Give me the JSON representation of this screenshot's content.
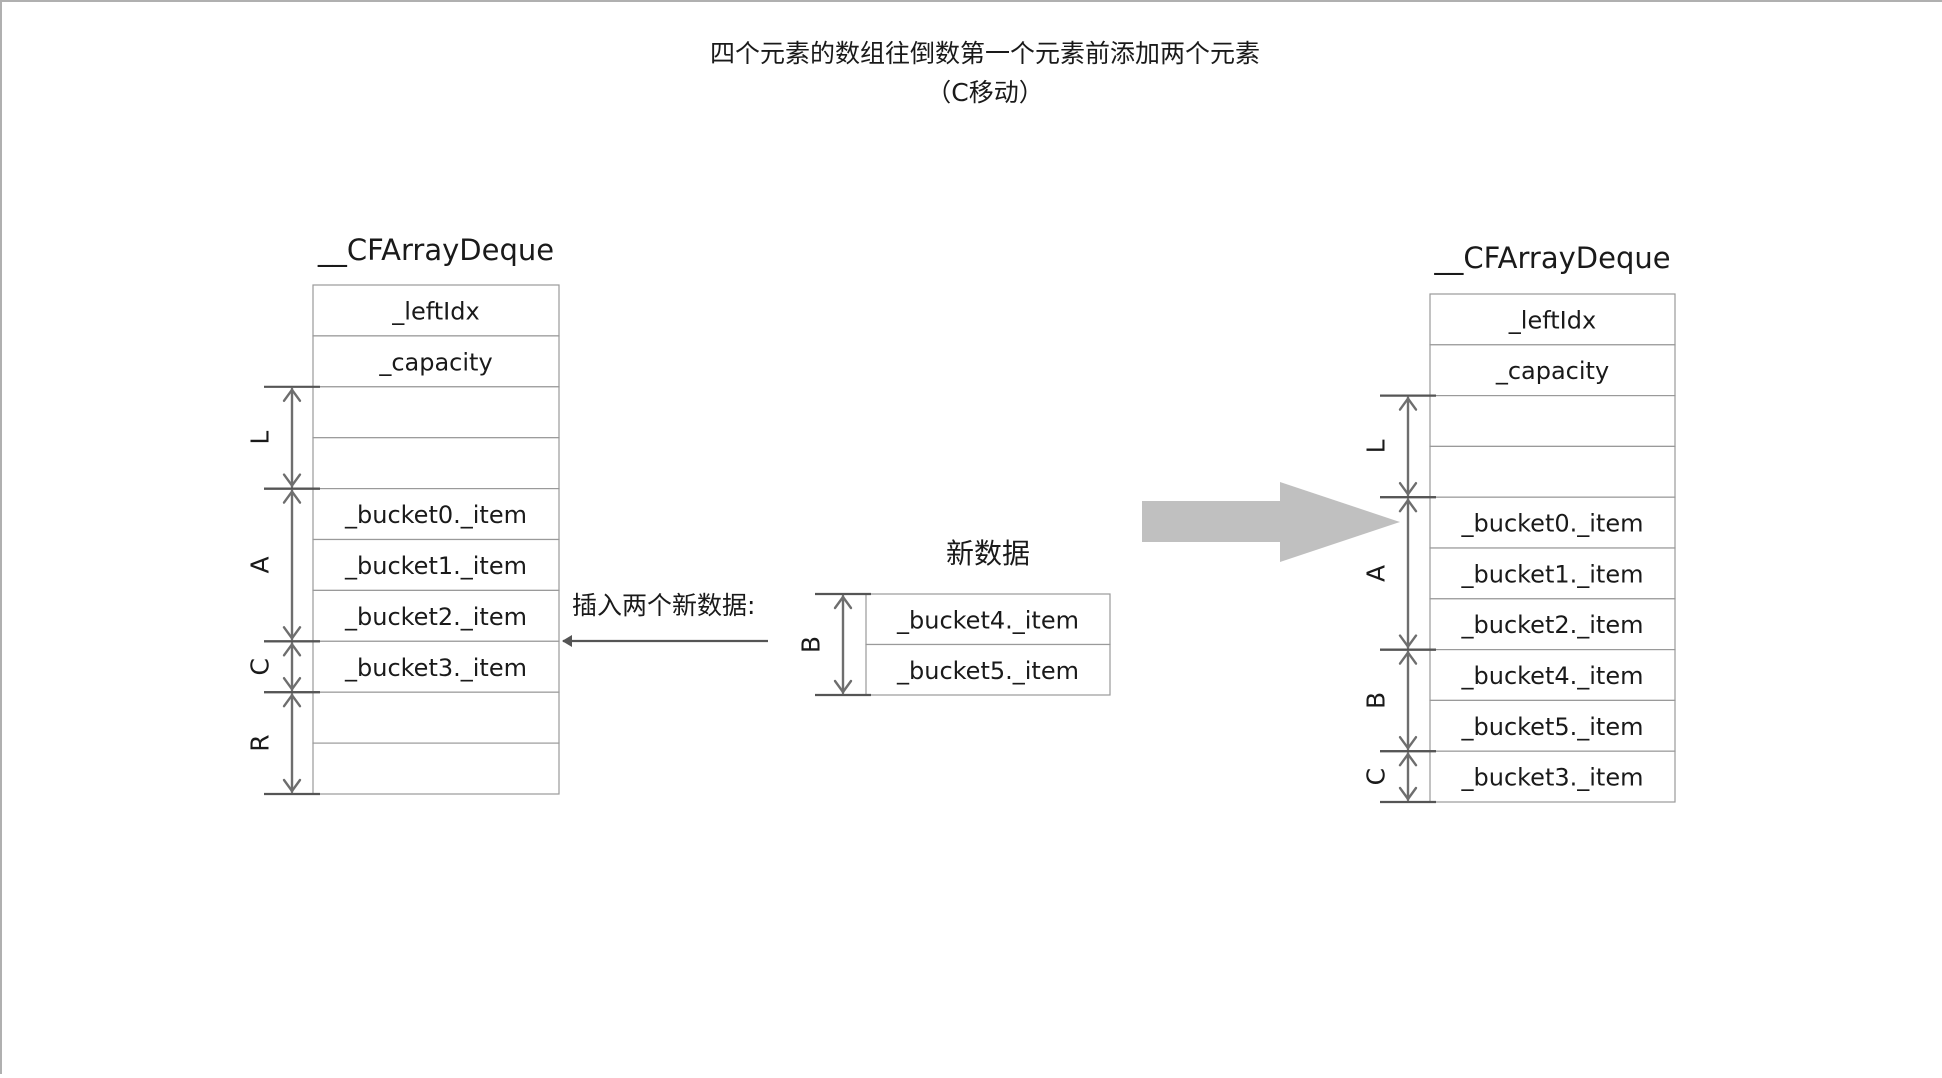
{
  "title": {
    "line1": "四个元素的数组往倒数第一个元素前添加两个元素",
    "line2": "（C移动）"
  },
  "before": {
    "struct_name": "__CFArrayDeque",
    "cells": [
      "_leftIdx",
      "_capacity",
      "",
      "",
      "_bucket0._item",
      "_bucket1._item",
      "_bucket2._item",
      "_bucket3._item",
      "",
      ""
    ],
    "braces": [
      {
        "label": "L",
        "start": 2,
        "end": 4
      },
      {
        "label": "A",
        "start": 4,
        "end": 7
      },
      {
        "label": "C",
        "start": 7,
        "end": 8
      },
      {
        "label": "R",
        "start": 8,
        "end": 10
      }
    ]
  },
  "insert_label": "插入两个新数据:",
  "new_data": {
    "title": "新数据",
    "cells": [
      "_bucket4._item",
      "_bucket5._item"
    ],
    "braces": [
      {
        "label": "B",
        "start": 0,
        "end": 2
      }
    ]
  },
  "after": {
    "struct_name": "__CFArrayDeque",
    "cells": [
      "_leftIdx",
      "_capacity",
      "",
      "",
      "_bucket0._item",
      "_bucket1._item",
      "_bucket2._item",
      "_bucket4._item",
      "_bucket5._item",
      "_bucket3._item"
    ],
    "braces": [
      {
        "label": "L",
        "start": 2,
        "end": 4
      },
      {
        "label": "A",
        "start": 4,
        "end": 7
      },
      {
        "label": "B",
        "start": 7,
        "end": 9
      },
      {
        "label": "C",
        "start": 9,
        "end": 10
      }
    ]
  },
  "colors": {
    "border": "#9a9a9a",
    "arrow": "#6e6e6e",
    "big_arrow": "#c0c0c0",
    "text": "#1a1a1a"
  }
}
